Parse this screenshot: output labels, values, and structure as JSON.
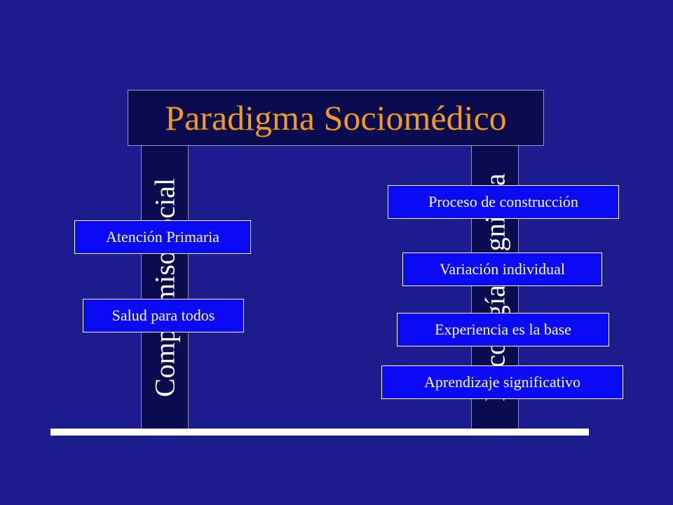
{
  "title": "Paradigma Sociomédico",
  "pillars": {
    "left": "Compromiso social",
    "right": "Psicología cognitiva"
  },
  "left_tags": [
    "Atención Primaria",
    "Salud para todos"
  ],
  "right_tags": [
    "Proceso de construcción",
    "Variación individual",
    "Experiencia es la base",
    "Aprendizaje significativo"
  ],
  "colors": {
    "background": "#1c1c8e",
    "title_box": "#0b0b4f",
    "title_text": "#f29a1c",
    "tag_fill": "#0a0af5",
    "text": "#ffffff"
  }
}
